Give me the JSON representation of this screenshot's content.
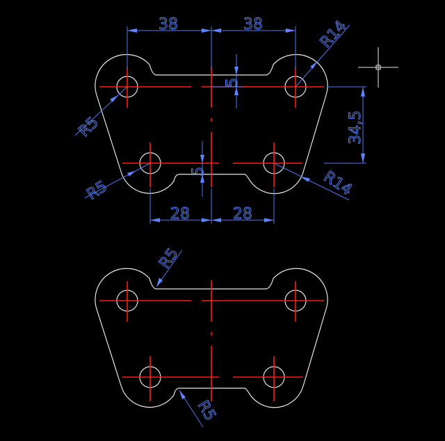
{
  "drawing": {
    "colors": {
      "background": "#000000",
      "outline": "#e8e8e8",
      "centerline": "#ff1a1a",
      "dimension": "#5b86ff"
    },
    "upper_view": {
      "dims": {
        "top_left_width": "38",
        "top_right_width": "38",
        "top_radius": "R14",
        "top_notch_depth": "5",
        "left_radius": "R5",
        "vertical_spacing": "34,5",
        "bottom_left_radius": "R5",
        "bottom_notch_depth": "5",
        "bottom_radius": "R14",
        "bottom_left_width": "28",
        "bottom_right_width": "28"
      }
    },
    "lower_view": {
      "dims": {
        "top_fillet": "R5",
        "bottom_fillet": "R5"
      }
    },
    "cursor": "crosshair-cursor"
  }
}
